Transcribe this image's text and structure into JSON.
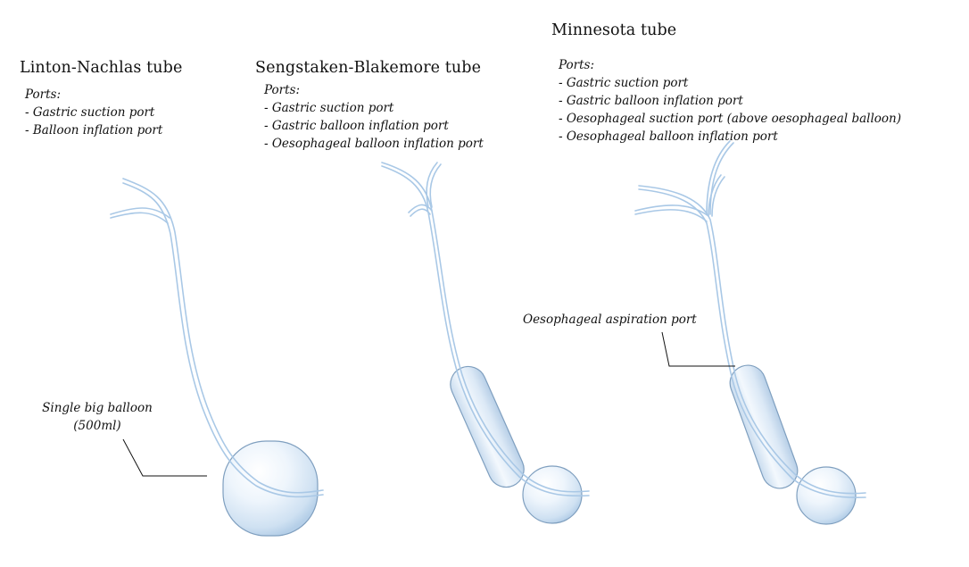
{
  "tubes": [
    {
      "title": "Linton-Nachlas tube",
      "ports_heading": "Ports:",
      "ports": [
        "- Gastric suction port",
        "- Balloon inflation port"
      ]
    },
    {
      "title": "Sengstaken-Blakemore tube",
      "ports_heading": "Ports:",
      "ports": [
        "- Gastric suction port",
        "- Gastric balloon inflation port",
        "- Oesophageal balloon inflation port"
      ]
    },
    {
      "title": "Minnesota tube",
      "ports_heading": "Ports:",
      "ports": [
        "- Gastric suction port",
        "- Gastric balloon inflation port",
        "- Oesophageal suction port (above oesophageal balloon)",
        "- Oesophageal balloon inflation port"
      ]
    }
  ],
  "annotations": {
    "balloon_line1": "Single big balloon",
    "balloon_line2": "(500ml)",
    "aspiration": "Oesophageal aspiration port"
  },
  "colors": {
    "tube_stroke": "#a9c8e6",
    "balloon_fill": "#dbe9f6",
    "balloon_edge": "#7f9fbf",
    "leader_line": "#111111"
  }
}
